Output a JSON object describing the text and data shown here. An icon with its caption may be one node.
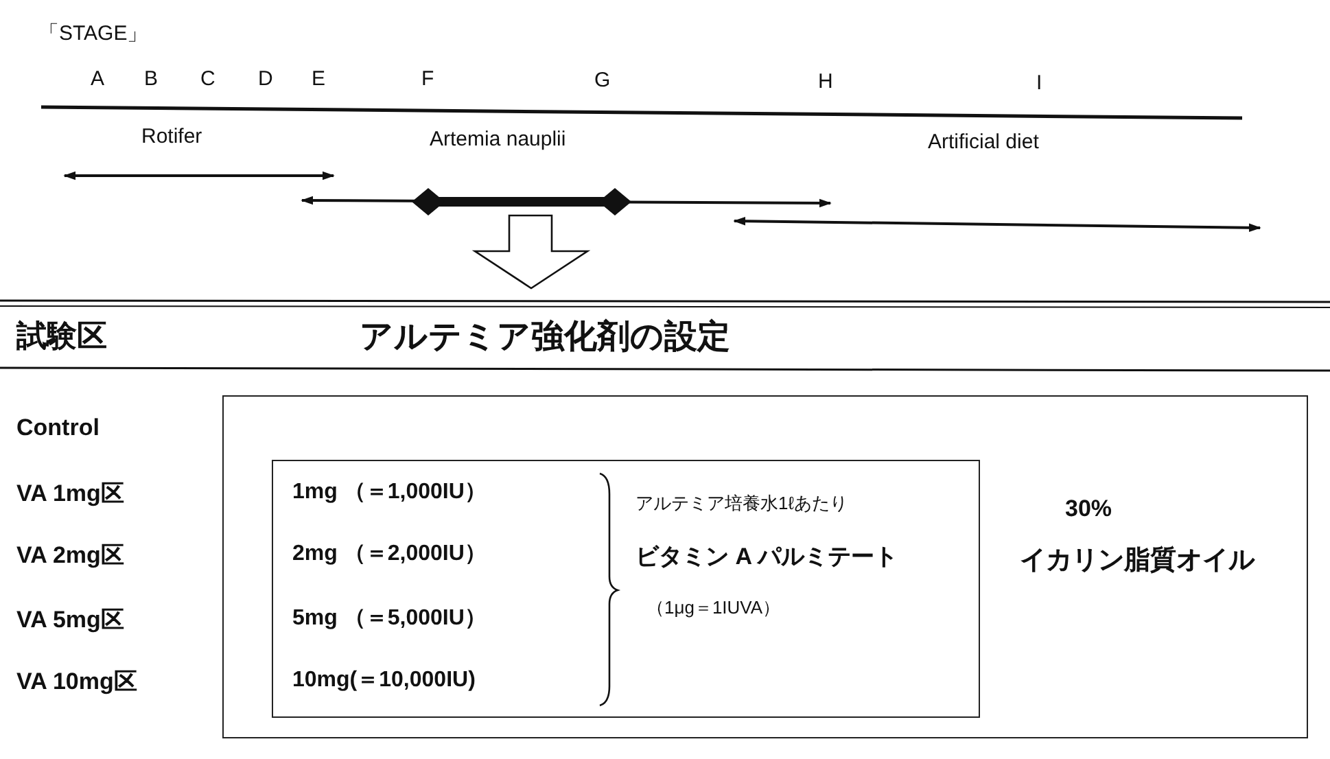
{
  "diagram": {
    "nodes": [
      {
        "text": [
          "30%",
          "イカリン脂質オイル"
        ]
      },
      {
        "text": [
          "1mg （＝1,000IU）",
          "2mg （＝2,000IU）",
          "5mg （＝5,000IU）",
          "10mg(＝10,000IU)",
          "アルテミア培養水1ℓあたり",
          "ビタミン A パルミテート",
          "（1μg＝1IUVA）"
        ],
        "in": 0
      }
    ],
    "edges": [],
    "labels": [
      "「STAGE」",
      "A",
      "B",
      "C",
      "D",
      "E",
      "F",
      "G",
      "H",
      "I",
      "Rotifer",
      "Artemia nauplii",
      "Artificial diet",
      "試験区",
      "アルテミア強化剤の設定",
      "Control",
      "VA 1mg区",
      "VA 2mg区",
      "VA 5mg区",
      "VA 10mg区"
    ]
  }
}
